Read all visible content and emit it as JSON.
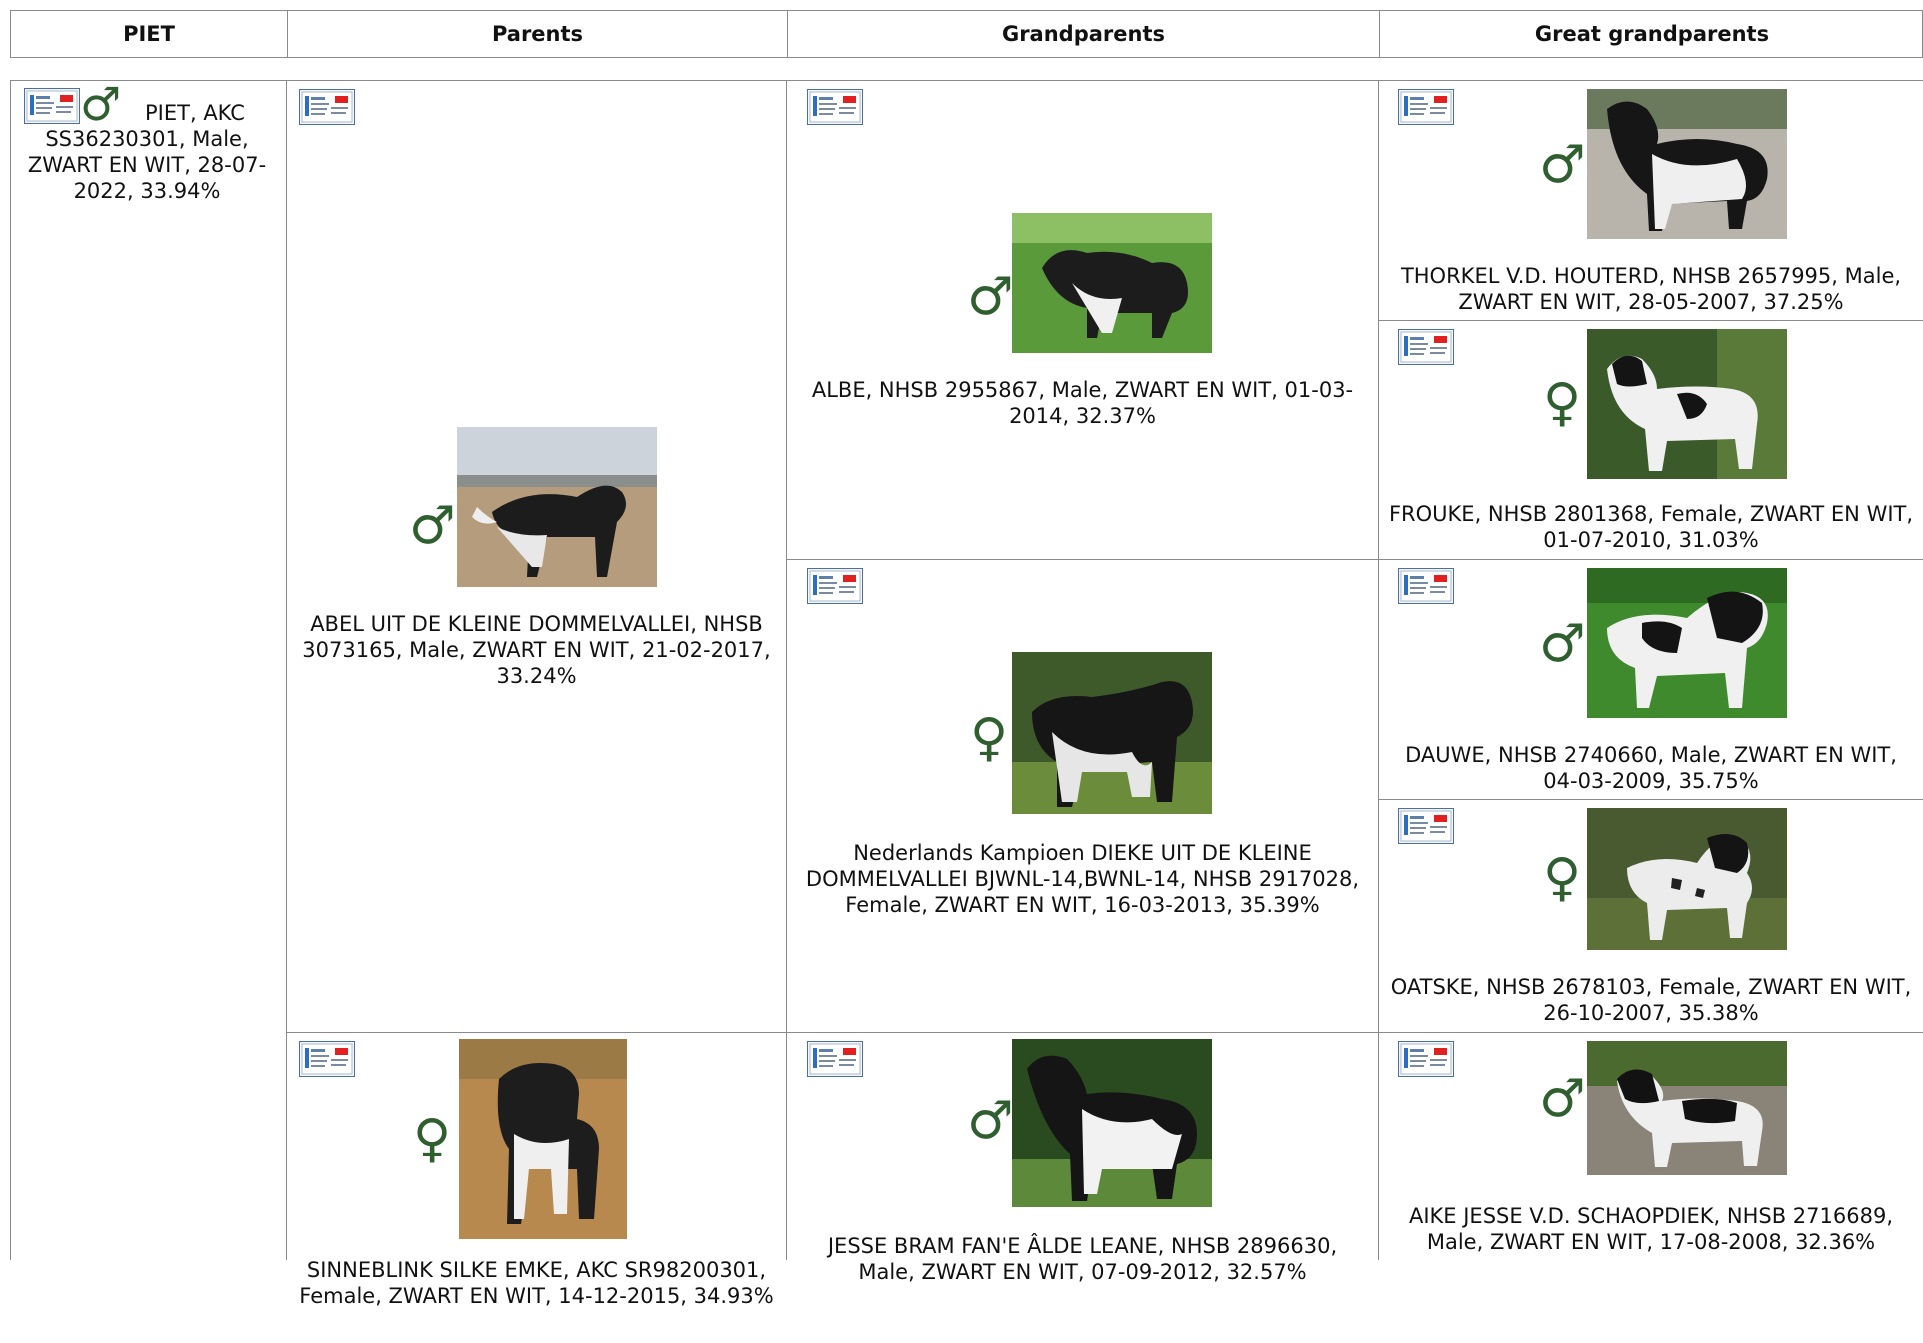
{
  "header": {
    "col_subject": "PIET",
    "col_parents": "Parents",
    "col_grandparents": "Grandparents",
    "col_great_grandparents": "Great grandparents"
  },
  "colors": {
    "border": "#8a8a8a",
    "sex_symbol": "#2f5e2f"
  },
  "icons": {
    "card": "pedigree-card-icon",
    "male": "male-symbol-icon",
    "female": "female-symbol-icon"
  },
  "subject": {
    "symbol": "♂",
    "text": "PIET, AKC SS36230301, Male, ZWART EN WIT, 28-07-2022, 33.94%"
  },
  "parents": {
    "sire": {
      "symbol": "♂",
      "text": "ABEL UIT DE KLEINE DOMMELVALLEI, NHSB 3073165, Male, ZWART EN WIT, 21-02-2017, 33.24%"
    },
    "dam": {
      "symbol": "♀",
      "text": "SINNEBLINK SILKE EMKE, AKC SR98200301, Female, ZWART EN WIT, 14-12-2015, 34.93%"
    }
  },
  "grandparents": {
    "ss": {
      "symbol": "♂",
      "text": "ALBE, NHSB 2955867, Male, ZWART EN WIT, 01-03-2014, 32.37%"
    },
    "sd": {
      "symbol": "♀",
      "text": "Nederlands Kampioen DIEKE UIT DE KLEINE DOMMELVALLEI BJWNL-14,BWNL-14, NHSB 2917028, Female, ZWART EN WIT, 16-03-2013, 35.39%"
    },
    "ds": {
      "symbol": "♂",
      "text": "JESSE BRAM FAN'E ÂLDE LEANE, NHSB 2896630, Male, ZWART EN WIT, 07-09-2012, 32.57%"
    }
  },
  "great_grandparents": {
    "sss": {
      "symbol": "♂",
      "text": "THORKEL V.D. HOUTERD, NHSB 2657995, Male, ZWART EN WIT, 28-05-2007, 37.25%"
    },
    "ssd": {
      "symbol": "♀",
      "text": "FROUKE, NHSB 2801368, Female, ZWART EN WIT, 01-07-2010, 31.03%"
    },
    "sds": {
      "symbol": "♂",
      "text": "DAUWE, NHSB 2740660, Male, ZWART EN WIT, 04-03-2009, 35.75%"
    },
    "sdd": {
      "symbol": "♀",
      "text": "OATSKE, NHSB 2678103, Female, ZWART EN WIT, 26-10-2007, 35.38%"
    },
    "dss": {
      "symbol": "♂",
      "text": "AIKE JESSE V.D. SCHAOPDIEK, NHSB 2716689, Male, ZWART EN WIT, 17-08-2008, 32.36%"
    }
  }
}
